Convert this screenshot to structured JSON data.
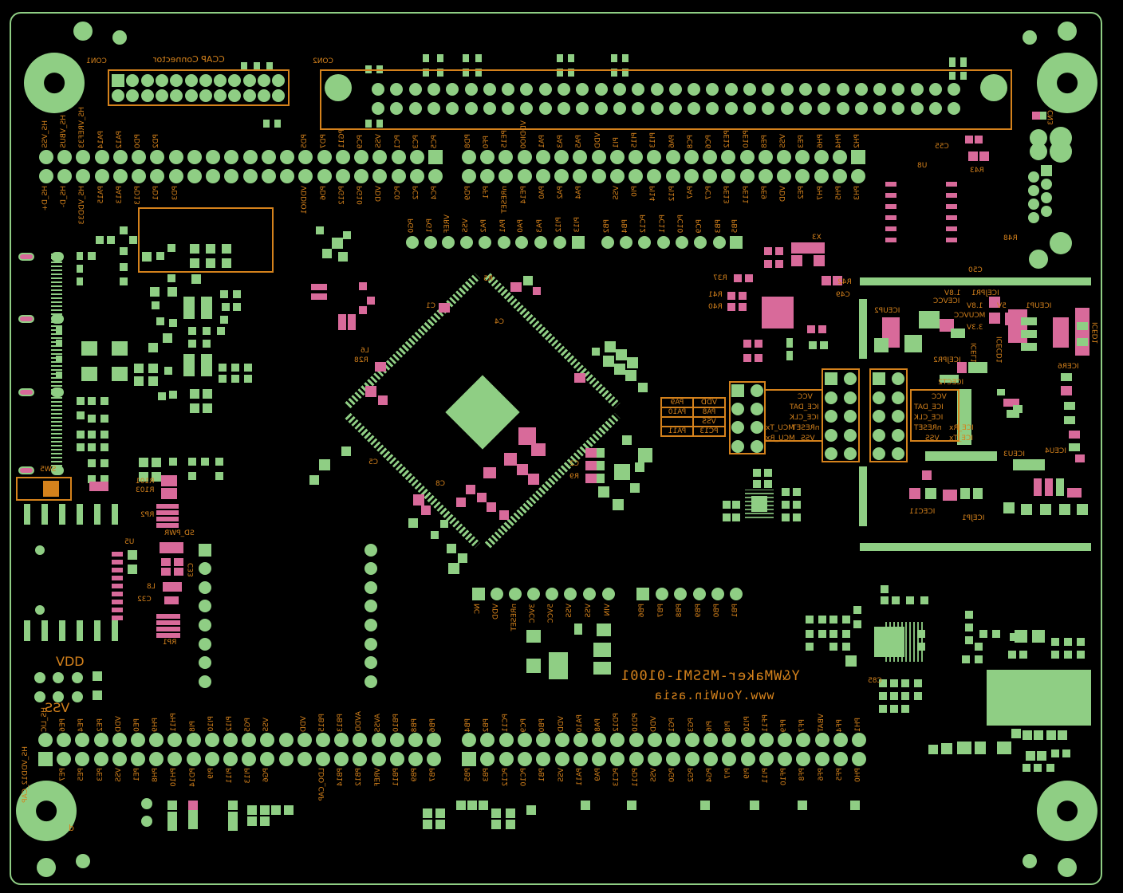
{
  "colors": {
    "pad": "#8fce84",
    "silkscreen": "#d5821c",
    "smd_top": "#d86a9a",
    "background": "#000000"
  },
  "connectors": {
    "con1": {
      "ref": "CON1",
      "title": "CCAP Connector"
    },
    "con2": {
      "ref": "CON2"
    }
  },
  "top_header": {
    "group1_top": [
      "HS_VSS",
      "HS_VBUS",
      "HS_VREF33",
      "PA14",
      "PA12",
      "PD0",
      "PD2",
      "",
      "",
      "",
      "",
      "",
      "",
      "",
      "PD5",
      "PD7",
      "PG11",
      "PC9",
      "VSS",
      "PC1",
      "PC3",
      "PC5"
    ],
    "group1_bottom": [
      "HS_D+",
      "HS_D-",
      "HS_VDD33",
      "PA15",
      "PA13",
      "PD13",
      "PD1",
      "PD3",
      "",
      "",
      "",
      "",
      "",
      "",
      "VDDIO1",
      "PD6",
      "PG12",
      "PG10",
      "VDD",
      "PC0",
      "PC2",
      "PC4"
    ],
    "group2_top": [
      "PD8",
      "PF0",
      "PE15",
      "VDDIO0",
      "PA1",
      "PA3",
      "PA5",
      "VDD",
      "PI1",
      "PI15",
      "PI13",
      "PA6",
      "PC8",
      "PC6",
      "PE12",
      "PE10",
      "PE8",
      "VSS",
      "PE3",
      "PH6",
      "PH4",
      "PH2"
    ],
    "group2_bottom": [
      "PD9",
      "PF1",
      "nRESET",
      "PE14",
      "PA0",
      "PA2",
      "PA4",
      "",
      "VSS",
      "PI0",
      "PI14",
      "PI12",
      "PA7",
      "PC7",
      "PE13",
      "PE11",
      "PE9",
      "VDD",
      "PE2",
      "PH7",
      "PH5",
      "PH3"
    ]
  },
  "mid_header": {
    "labels": [
      "PG0",
      "PG1",
      "VREF",
      "VSS",
      "PA2",
      "PA1",
      "PA0",
      "PA3",
      "PI12",
      "PI13",
      "PB2",
      "PB4",
      "PC12",
      "PC11",
      "PC10",
      "PC9",
      "PB3",
      "PB5"
    ]
  },
  "power_header": {
    "labels": [
      "NC",
      "VDD",
      "nRESET",
      "3VCC",
      "5VCC",
      "VSS",
      "VSS",
      "VIN"
    ],
    "labels2": [
      "PB6",
      "PB7",
      "PB8",
      "PB9",
      "PB0",
      "PB1"
    ]
  },
  "bottom_header": {
    "group1_top": [
      "HS_LIC",
      "PE6",
      "PE4",
      "PE2",
      "VDD",
      "PE0",
      "PH9",
      "PH11",
      "PI8",
      "PI10",
      "PI12",
      "PG5",
      "VSS",
      "",
      "VDD",
      "PB15",
      "PB13",
      "AVDD",
      "AVSS",
      "PB10",
      "PB8",
      "PB6"
    ],
    "group1_bottom": [
      "",
      "PE7",
      "PE5",
      "PE3",
      "VSS",
      "PE1",
      "PH8",
      "PH10",
      "PD14",
      "PI9",
      "PI11",
      "PI13",
      "PG6",
      "",
      "",
      "LDO_CAP",
      "PB14",
      "PB12",
      "VREF",
      "PB11",
      "PB9",
      "PB7"
    ],
    "group2_top": [
      "PB4",
      "PB2",
      "PC11",
      "PC9",
      "PB0",
      "VDD",
      "PA10",
      "PA8",
      "PD12",
      "PD10",
      "VDD",
      "PG1",
      "PG3",
      "PI6",
      "PI8",
      "PI10",
      "PF11",
      "PF9",
      "PF7",
      "VBAT",
      "PF4",
      "PH1"
    ],
    "group2_bottom": [
      "PB5",
      "PB3",
      "PC12",
      "PC10",
      "PB1",
      "VSS",
      "PA11",
      "PA9",
      "PC13",
      "PD11",
      "VSS",
      "PG0",
      "PG2",
      "PG4",
      "PI7",
      "PI9",
      "PI11",
      "PF10",
      "PF8",
      "PF6",
      "PF5",
      "PH0"
    ],
    "cap_label": "HS_VDD12_CAP"
  },
  "ice_table": [
    [
      "VDD",
      "PA9"
    ],
    [
      "PA8",
      "PA10"
    ],
    [
      "VSS",
      ""
    ],
    [
      "PC13",
      "PA11"
    ]
  ],
  "ice_signals": [
    "VCC",
    "ICE_DAT",
    "ICE_CLK",
    "nRESET",
    "VSS"
  ],
  "mcu_signals": [
    "MCU_Tx",
    "MCU_Rx"
  ],
  "ice_signals2": [
    "VCC",
    "ICE_DAT",
    "ICE_CLK",
    "nRESET",
    "VSS"
  ],
  "ice_uart": [
    "ICE_Rx",
    "ICE_Tx"
  ],
  "refdes": {
    "u8": "U8",
    "u5": "U5",
    "sw5": "SW5",
    "sd_pwr": "SD_PWR",
    "rp1": "RP1",
    "rp2": "RP2",
    "r101": "R101",
    "r103": "R103",
    "l8": "L8",
    "c32": "C32",
    "c33": "C33",
    "x3": "X3",
    "c55": "C55",
    "r43": "R43",
    "r48": "R48",
    "c50": "C50",
    "r37": "R37",
    "r41": "R41",
    "r40": "R40",
    "r42": "R42",
    "c49": "C49",
    "c1": "C1",
    "c2": "C2",
    "c4": "C4",
    "c5": "C5",
    "r5": "R5",
    "l6": "L6",
    "r28": "R28",
    "c8": "C8",
    "r9": "R9",
    "iceup1": "ICEUP1",
    "iceup2": "ICEUP2",
    "icejpr1": "ICEJPR1",
    "icejpr2": "ICEJPR2",
    "iced1": "ICED1",
    "icecd1": "ICECD1",
    "icel1": "ICEL1",
    "icer6": "ICER6",
    "icect2": "ICECT2",
    "iceu3": "ICEU3",
    "iceu4": "ICEU4",
    "icec11": "ICEC11",
    "icejp1": "ICEJP1",
    "cn3": "CN3",
    "v18a": "1.8V",
    "icevcc": "ICEVCC",
    "v18b": "1.8V",
    "mcuvcc": "MCUVCC",
    "v33": "3.3V",
    "v5": "5V",
    "c85": "C85"
  },
  "power_marks": {
    "vdd": "VDD",
    "vss": "VSS"
  },
  "brand": {
    "line1": "Y&WMaker-M5SM1-01001",
    "line2": "www.YouWin.asia"
  },
  "corner_mark": "b"
}
